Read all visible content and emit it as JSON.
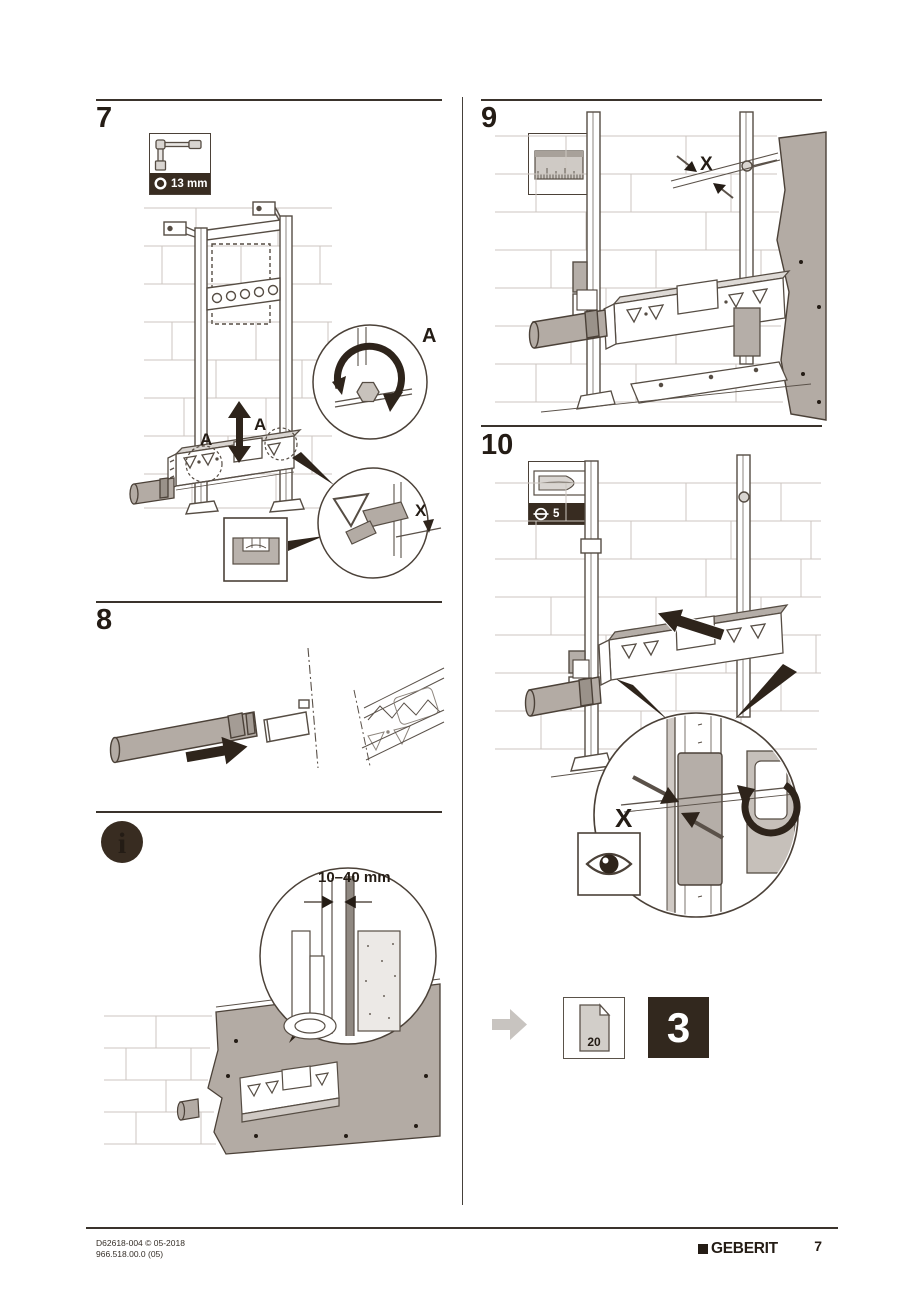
{
  "page": {
    "kind": "installation-manual-page"
  },
  "steps": {
    "s7": {
      "number": "7",
      "tool_badge": "13 mm",
      "label_a1": "A",
      "label_a2": "A",
      "label_a_detail": "A",
      "label_x": "X",
      "icons": {
        "tool": "socket-wrench-icon",
        "socket": "hex-socket-icon",
        "level": "spirit-level-icon"
      }
    },
    "s8": {
      "number": "8"
    },
    "info": {
      "dimension_label": "10–40 mm",
      "icons": {
        "marker": "info-icon"
      }
    },
    "s9": {
      "number": "9",
      "label_x": "X",
      "icons": {
        "tool": "ruler-icon"
      }
    },
    "s10": {
      "number": "10",
      "tool_badge": "5",
      "label_x": "X",
      "icons": {
        "tool": "flat-screwdriver-icon",
        "screw": "slotted-screw-icon",
        "watch": "eye-icon"
      }
    },
    "next": {
      "page_ref": "20",
      "chapter": "3",
      "icons": {
        "forward": "forward-arrow-icon",
        "page": "page-fold-icon"
      }
    }
  },
  "footer": {
    "doc_code": "D62618-004 © 05-2018",
    "doc_number": "966.518.00.0 (05)",
    "brand": "GEBERIT",
    "page_number": "7"
  },
  "colors": {
    "ink": "#241c15",
    "badge_dark": "#382c21",
    "drawing_line": "#5a5149",
    "panel_gray": "#b3aba4",
    "light_gray": "#d9d5d1"
  }
}
